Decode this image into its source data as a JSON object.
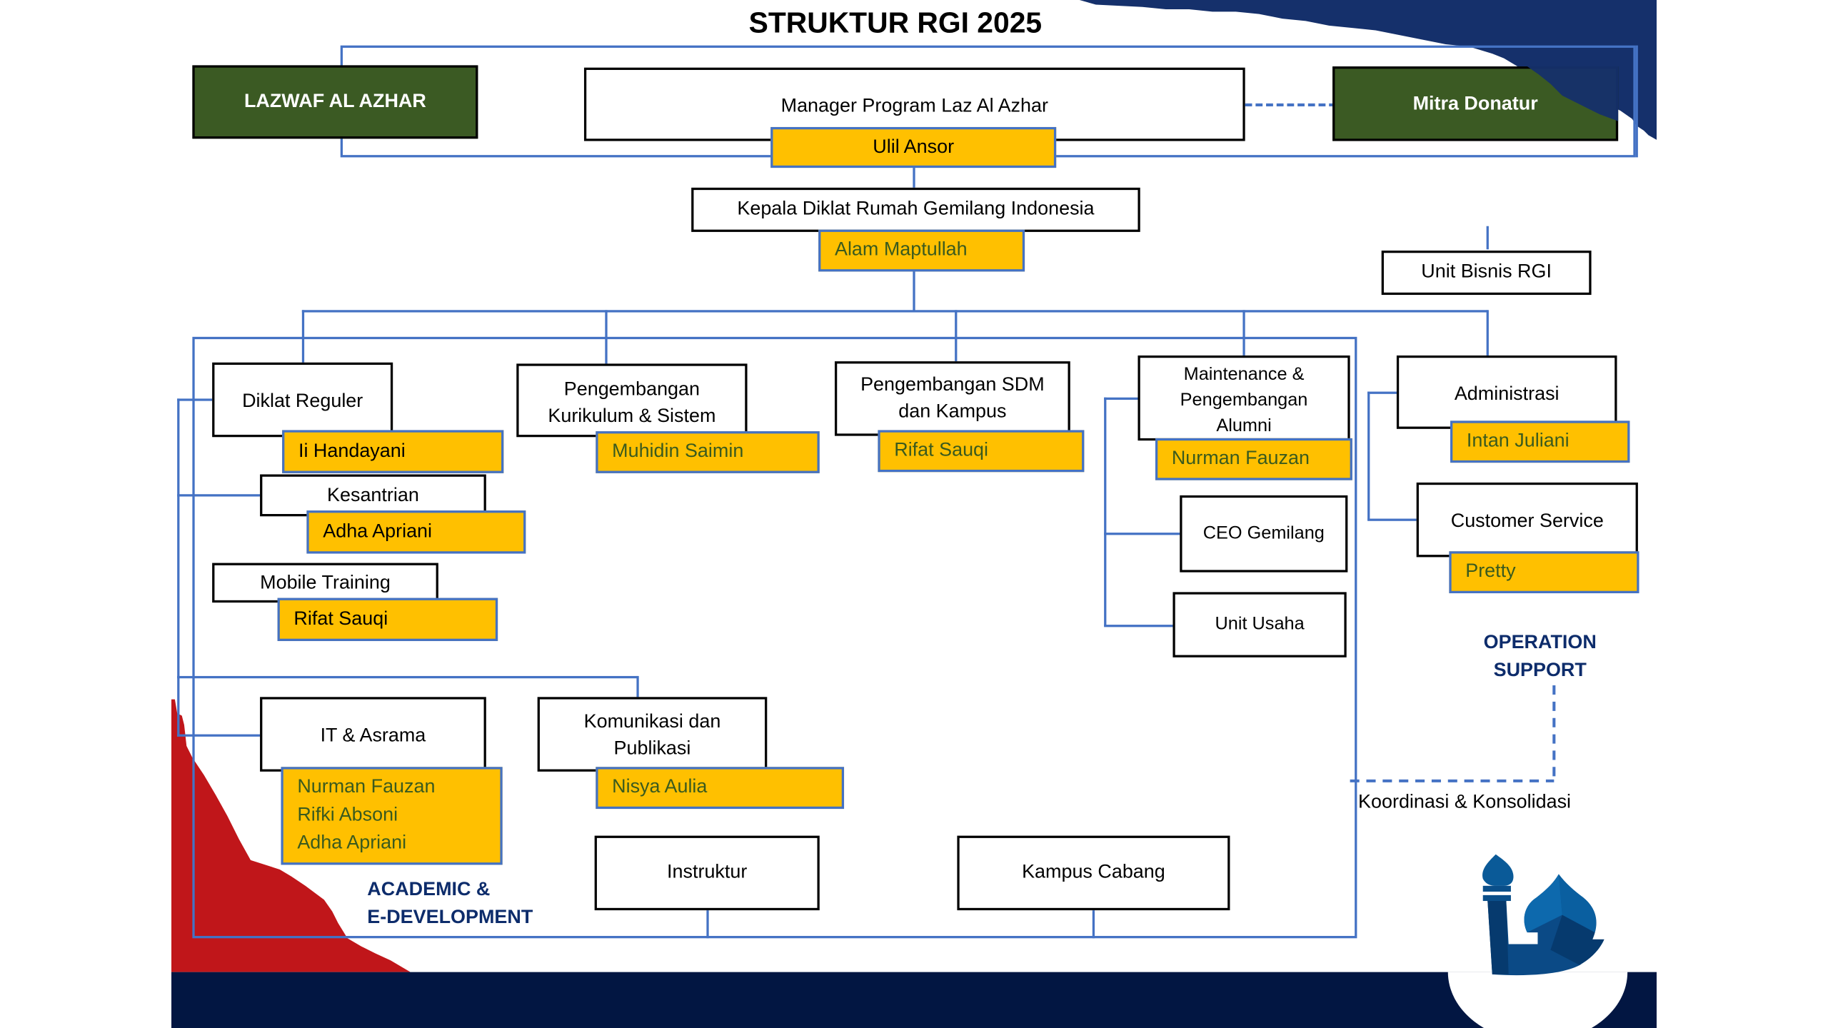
{
  "title": "STRUKTUR RGI 2025",
  "colors": {
    "name_fill": "#ffc000",
    "name_border": "#4472c4",
    "green_fill": "#3b5a23",
    "connector": "#4472c4",
    "section_text": "#0d2c6b",
    "footer_navy": "#021642",
    "accent_red": "#c0161a",
    "top_navy": "#15306b"
  },
  "top": {
    "lazwaf": "LAZWAF AL AZHAR",
    "manager_title": "Manager Program Laz Al Azhar",
    "manager_name": "Ulil Ansor",
    "mitra": "Mitra Donatur"
  },
  "head": {
    "title": "Kepala Diklat Rumah Gemilang Indonesia",
    "name": "Alam Maptullah"
  },
  "unit_bisnis": "Unit Bisnis RGI",
  "units": {
    "diklat_reguler": {
      "title": "Diklat Reguler",
      "name": "Ii Handayani"
    },
    "kesantrian": {
      "title": "Kesantrian",
      "name": "Adha Apriani"
    },
    "mobile_training": {
      "title": "Mobile Training",
      "name": "Rifat Sauqi"
    },
    "kurikulum": {
      "title_1": "Pengembangan",
      "title_2": "Kurikulum & Sistem",
      "name": "Muhidin Saimin"
    },
    "sdm": {
      "title_1": "Pengembangan SDM",
      "title_2": "dan Kampus",
      "name": "Rifat Sauqi"
    },
    "maintenance": {
      "title_1": "Maintenance &",
      "title_2": "Pengembangan",
      "title_3": "Alumni",
      "name": "Nurman Fauzan"
    },
    "ceo": {
      "title": "CEO Gemilang"
    },
    "unit_usaha": {
      "title": "Unit Usaha"
    },
    "administrasi": {
      "title": "Administrasi",
      "name": "Intan Juliani"
    },
    "customer_service": {
      "title": "Customer Service",
      "name": "Pretty"
    },
    "it_asrama": {
      "title": "IT & Asrama",
      "names": [
        "Nurman Fauzan",
        "Rifki Absoni",
        "Adha Apriani"
      ]
    },
    "komunikasi": {
      "title_1": "Komunikasi dan",
      "title_2": "Publikasi",
      "name": "Nisya Aulia"
    },
    "instruktur": {
      "title": "Instruktur"
    },
    "kampus_cabang": {
      "title": "Kampus Cabang"
    }
  },
  "sections": {
    "academic_1": "ACADEMIC &",
    "academic_2": "E-DEVELOPMENT",
    "operation_1": "OPERATION",
    "operation_2": "SUPPORT",
    "koordinasi": "Koordinasi & Konsolidasi"
  },
  "icons": {
    "logo": "mosque-logo-icon"
  }
}
